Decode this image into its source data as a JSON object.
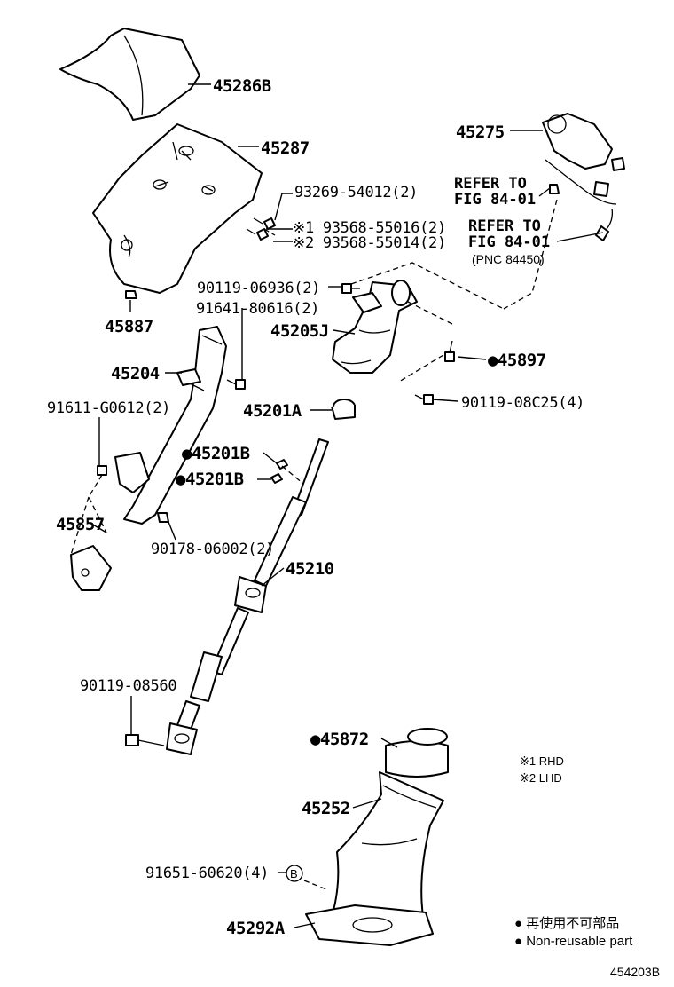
{
  "labels": {
    "p45286B": "45286B",
    "p45287": "45287",
    "p93269": "93269-54012(2)",
    "p93568a": "※1 93568-55016(2)",
    "p93568b": "※2 93568-55014(2)",
    "p45887": "45887",
    "p45275": "45275",
    "refer1_a": "REFER TO",
    "refer1_b": "FIG 84-01",
    "refer2_a": "REFER TO",
    "refer2_b": "FIG 84-01",
    "refer2_c": "(PNC 84450)",
    "p90119_06936": "90119-06936(2)",
    "p91641": "91641-80616(2)",
    "p45205J": "45205J",
    "p45897": "●45897",
    "p45204": "45204",
    "p45201A": "45201A",
    "p90119_08C25": "90119-08C25(4)",
    "p91611": "91611-G0612(2)",
    "p45201B_1": "●45201B",
    "p45201B_2": "●45201B",
    "p45857": "45857",
    "p90178": "90178-06002(2)",
    "p45210": "45210",
    "p90119_08560": "90119-08560",
    "p45872": "●45872",
    "p45252": "45252",
    "p91651": "91651-60620(4)",
    "b_marker": "B",
    "p45292A": "45292A",
    "note1": "※1 RHD",
    "note2": "※2 LHD"
  },
  "legend": {
    "jp": "● 再使用不可部品",
    "en": "● Non-reusable part"
  },
  "figure_id": "454203B"
}
